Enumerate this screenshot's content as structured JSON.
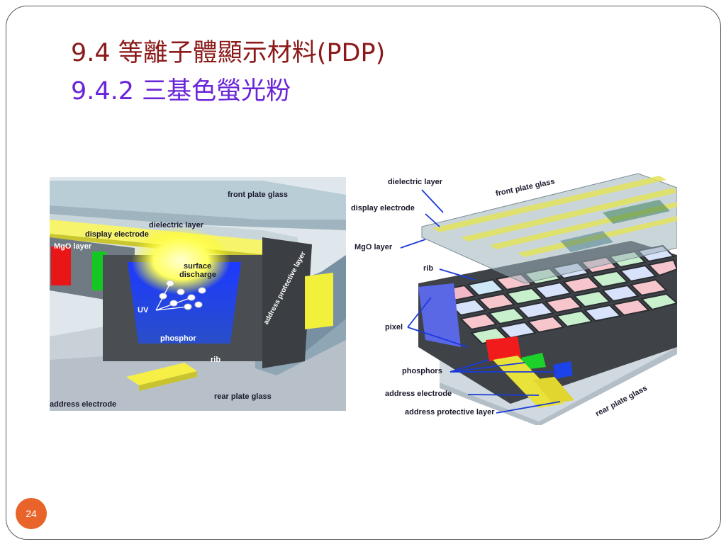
{
  "slide": {
    "title_line1": "9.4 等離子體顯示材料(PDP)",
    "title_line2": "9.4.2 三基色螢光粉",
    "page_number": "24"
  },
  "left_diagram": {
    "labels": {
      "front_plate_glass": "front plate glass",
      "dielectric_layer": "dielectric layer",
      "display_electrode": "display electrode",
      "mgo_layer": "MgO layer",
      "surface_discharge_1": "surface",
      "surface_discharge_2": "discharge",
      "uv": "UV",
      "phosphor": "phosphor",
      "rib": "rib",
      "address_protective_layer": "address protective layer",
      "rear_plate_glass": "rear plate glass",
      "address_electrode": "address electrode"
    }
  },
  "right_diagram": {
    "labels": {
      "dielectric_layer": "dielectric layer",
      "display_electrode": "display electrode",
      "mgo_layer": "MgO layer",
      "front_plate_glass": "front plate glass",
      "rib": "rib",
      "pixel": "pixel",
      "phosphors": "phosphors",
      "address_electrode": "address electrode",
      "address_protective_layer": "address protective layer",
      "rear_plate_glass": "rear plate glass"
    }
  },
  "colors": {
    "title1": "#8b1a1a",
    "title2": "#6a24d8",
    "page_badge": "#e8642a",
    "phosphor_blue": "#1f3fe0",
    "electrode_yellow": "#f2f03a"
  }
}
